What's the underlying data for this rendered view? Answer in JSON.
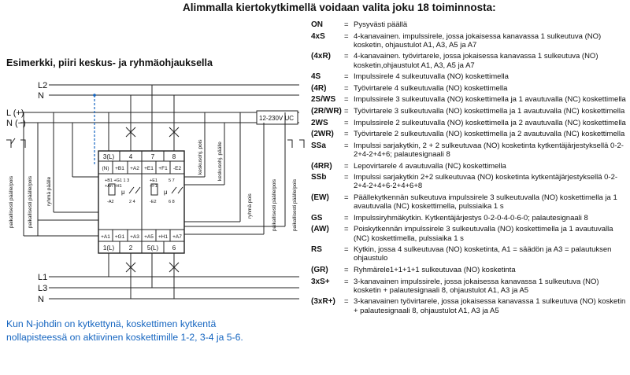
{
  "title": "Alimmalla kiertokytkimellä voidaan valita joku 18 toiminnosta:",
  "example_heading": "Esimerkki, piiri keskus- ja ryhmäohjauksella",
  "note_lines": [
    "Kun N-johdin on kytkettynä, koskettimen kytkentä",
    "nollapisteessä on aktiivinen koskettimille 1-2, 3-4 ja 5-6."
  ],
  "diagram": {
    "bus_top": {
      "l2": "L2",
      "n": "N"
    },
    "supply": {
      "l": "L (+)",
      "n": "N (−)",
      "voltage": "12-230V UC"
    },
    "bus_bottom": {
      "l1": "L1",
      "l3": "L3",
      "n": "N"
    },
    "terminals_top": [
      "3(L)",
      "4",
      "7",
      "8"
    ],
    "inputs_top": [
      "(N)",
      "+B1",
      "+A2",
      "+E1",
      "+F1",
      "-E2"
    ],
    "inputs_bottom": [
      "+A1",
      "+G1",
      "+A3",
      "+A5",
      "+H1",
      "+A7"
    ],
    "terminals_bottom": [
      "1(L)",
      "2",
      "5(L)",
      "6"
    ],
    "left_block": {
      "line1": "+B1 +G1 1 3",
      "line2": "+An +H1",
      "line3": "-A2",
      "line4": "2 4"
    },
    "right_block": {
      "line1": "+E1",
      "line2": "+F1",
      "line3": "-E2",
      "line4": "5 7",
      "line5": "6 8"
    },
    "mu": "μ",
    "switch_labels": {
      "local1": "paikallisesti päälle/pois",
      "local2": "paikallisesti päälle/pois",
      "group_on": "ryhmä päälle",
      "central_on": "keskusohj. pois",
      "central_off": "keskusohj. päälle",
      "group_off": "ryhmä pois",
      "local3": "paikallisesti päälle/pois",
      "local4": "paikallisesti päälle/pois"
    }
  },
  "functions": [
    {
      "code": "ON",
      "desc": "Pysyvästi päällä"
    },
    {
      "code": "4xS",
      "desc": "4-kanavainen. impulssirele, jossa jokaisessa kanavassa 1 sulkeutuva (NO) kosketin, ohjaustulot A1, A3, A5 ja A7"
    },
    {
      "code": "(4xR)",
      "desc": "4-kanavainen. työvirtarele, jossa jokaisessa kanavassa 1 sulkeutuva (NO) kosketin,ohjaustulot A1, A3, A5 ja A7"
    },
    {
      "code": "4S",
      "desc": "Impulssirele 4 sulkeutuvalla (NO) koskettimella"
    },
    {
      "code": "(4R)",
      "desc": "Työvirtarele 4 sulkeutuvalla (NO) koskettimella"
    },
    {
      "code": "2S/WS",
      "desc": "Impulssirele 3 sulkeutuvalla (NO) koskettimella ja 1 avautuvalla (NC) koskettimella"
    },
    {
      "code": "(2R/WR)",
      "desc": "Työvirtarele 3 sulkeutuvalla (NO) koskettimella ja 1 avautuvalla (NC) koskettimella"
    },
    {
      "code": "2WS",
      "desc": "Impulssirele 2 sulkeutuvalla (NO) koskettimella ja 2 avautuvalla (NC) koskettimella"
    },
    {
      "code": "(2WR)",
      "desc": "Työvirtarele 2 sulkeutuvalla (NO) koskettimella ja 2 avautuvalla (NC) koskettimella"
    },
    {
      "code": "SSa",
      "desc": "Impulssi sarjakytkin, 2 + 2 sulkeutuvaa (NO) kosketinta kytkentäjärjestyksellä 0-2-2+4-2+4+6; palautesignaali 8"
    },
    {
      "code": "(4RR)",
      "desc": "Lepovirtarele 4 avautuvalla (NC) koskettimella"
    },
    {
      "code": "SSb",
      "desc": "Impulssi sarjakytkin 2+2 sulkeutuvaa (NO) kosketinta kytkentäjärjestyksellä 0-2-2+4-2+4+6-2+4+6+8"
    },
    {
      "code": "(EW)",
      "desc": "Päällekytkennän sulkeutuva impulssirele 3 sulkeutuvalla (NO) koskettimella ja 1 avautuvalla (NC) koskettimella, pulssiaika 1 s"
    },
    {
      "code": "GS",
      "desc": "Impulssiryhmäkytkin. Kytkentäjärjestys 0-2-0-4-0-6-0; palautesignaali 8"
    },
    {
      "code": "(AW)",
      "desc": "Poiskytkennän impulssirele 3 sulkeutuvalla (NO) koskettimella ja 1 avautuvalla (NC) koskettimella, pulssiaika 1 s"
    },
    {
      "code": "RS",
      "desc": "Kytkin, jossa 4 sulkeutuvaa (NO) kosketinta, A1 = säädön ja A3 = palautuksen ohjaustulo"
    },
    {
      "code": "(GR)",
      "desc": "Ryhmärele1+1+1+1 sulkeutuvaa (NO) kosketinta"
    },
    {
      "code": "3xS+",
      "desc": "3-kanavainen impulssirele, jossa jokaisessa kanavassa 1 sulkeutuva (NO) kosketin + palautesignaali 8, ohjaustulot A1, A3 ja A5"
    },
    {
      "code": "(3xR+)",
      "desc": "3-kanavainen työvirtarele, jossa jokaisessa kanavassa 1 sulkeutuva (NO) kosketin + palautesignaali 8, ohjaustulot A1, A3 ja A5"
    }
  ]
}
